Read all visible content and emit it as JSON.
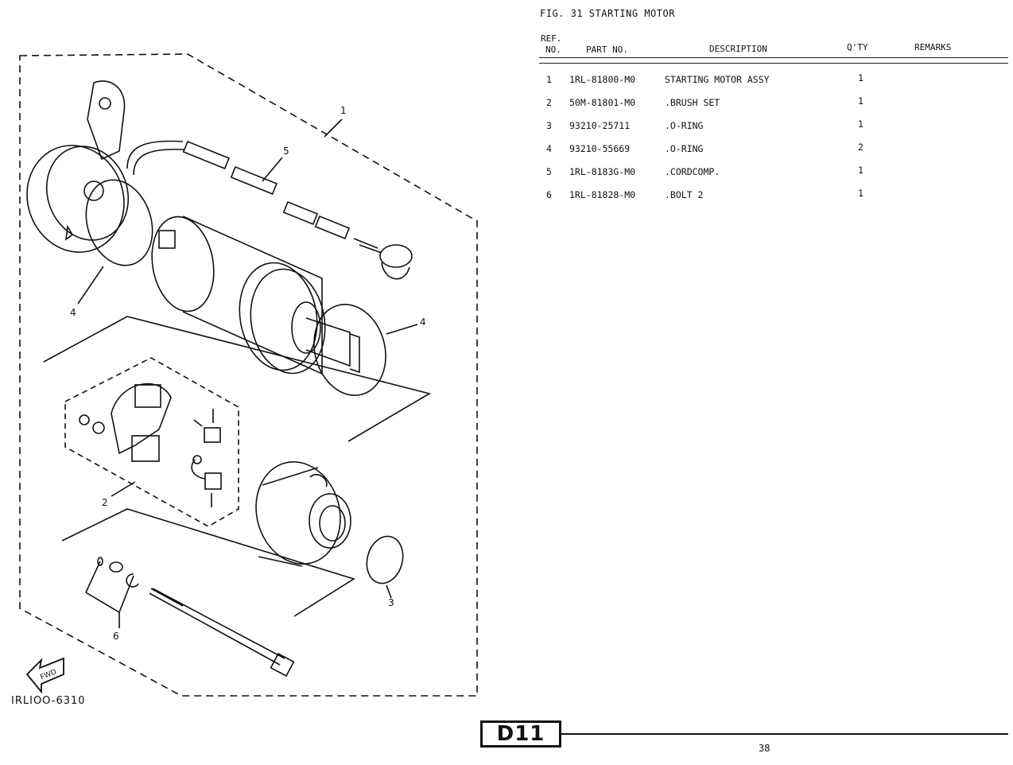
{
  "figure": {
    "title": "FIG. 31  STARTING MOTOR",
    "drawing_code": "IRLIOO-6310",
    "fwd_label": "FWD",
    "callouts": [
      "1",
      "2",
      "3",
      "4",
      "4",
      "5",
      "6"
    ]
  },
  "table": {
    "headers": {
      "ref_line1": "REF.",
      "ref_line2": "NO.",
      "part_no": "PART NO.",
      "description": "DESCRIPTION",
      "qty": "Q'TY",
      "remarks": "REMARKS"
    },
    "rows": [
      {
        "ref": "1",
        "part_no": "1RL-81800-M0",
        "description": "STARTING MOTOR ASSY",
        "qty": "1",
        "remarks": ""
      },
      {
        "ref": "2",
        "part_no": "50M-81801-M0",
        "description": ".BRUSH SET",
        "qty": "1",
        "remarks": ""
      },
      {
        "ref": "3",
        "part_no": "93210-25711",
        "description": ".O-RING",
        "qty": "1",
        "remarks": ""
      },
      {
        "ref": "4",
        "part_no": "93210-55669",
        "description": ".O-RING",
        "qty": "2",
        "remarks": ""
      },
      {
        "ref": "5",
        "part_no": "1RL-8183G-M0",
        "description": ".CORDCOMP.",
        "qty": "1",
        "remarks": ""
      },
      {
        "ref": "6",
        "part_no": "1RL-81828-M0",
        "description": ".BOLT 2",
        "qty": "1",
        "remarks": ""
      }
    ]
  },
  "footer": {
    "page_code": "D11",
    "page_number": "38"
  }
}
